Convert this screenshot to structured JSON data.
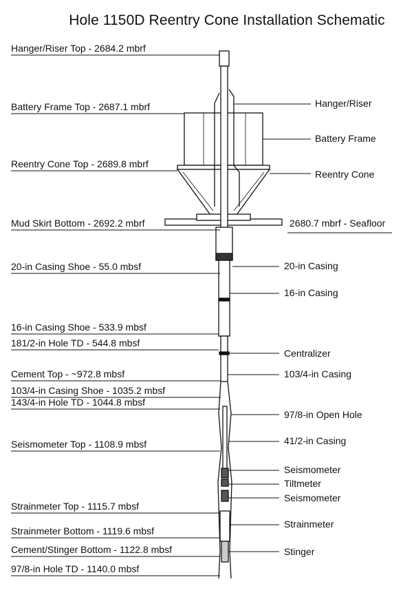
{
  "title": "Hole 1150D Reentry Cone Installation Schematic",
  "left_labels": [
    "Hanger/Riser Top - 2684.2 mbrf",
    "Battery Frame Top - 2687.1 mbrf",
    "Reentry Cone Top - 2689.8 mbrf",
    "Mud Skirt Bottom - 2692.2 mbrf",
    "20-in Casing Shoe - 55.0 mbsf",
    "16-in Casing Shoe - 533.9 mbsf",
    "181/2-in Hole TD - 544.8 mbsf",
    "Cement Top - ~972.8 mbsf",
    "103/4-in Casing Shoe - 1035.2 mbsf",
    "143/4-in Hole TD - 1044.8 mbsf",
    "Seismometer Top - 1108.9 mbsf",
    "Strainmeter Top - 1115.7 mbsf",
    "Strainmeter Bottom - 1119.6 mbsf",
    "Cement/Stinger Bottom - 1122.8 mbsf",
    "97/8-in Hole TD - 1140.0 mbsf"
  ],
  "right_labels": [
    "Hanger/Riser",
    "Battery Frame",
    "Reentry Cone",
    "2680.7 mbrf - Seafloor",
    "20-in Casing",
    "16-in Casing",
    "Centralizer",
    "103/4-in Casing",
    "97/8-in Open Hole",
    "41/2-in Casing",
    "Seismometer",
    "Tiltmeter",
    "Seismometer",
    "Strainmeter",
    "Stinger"
  ]
}
